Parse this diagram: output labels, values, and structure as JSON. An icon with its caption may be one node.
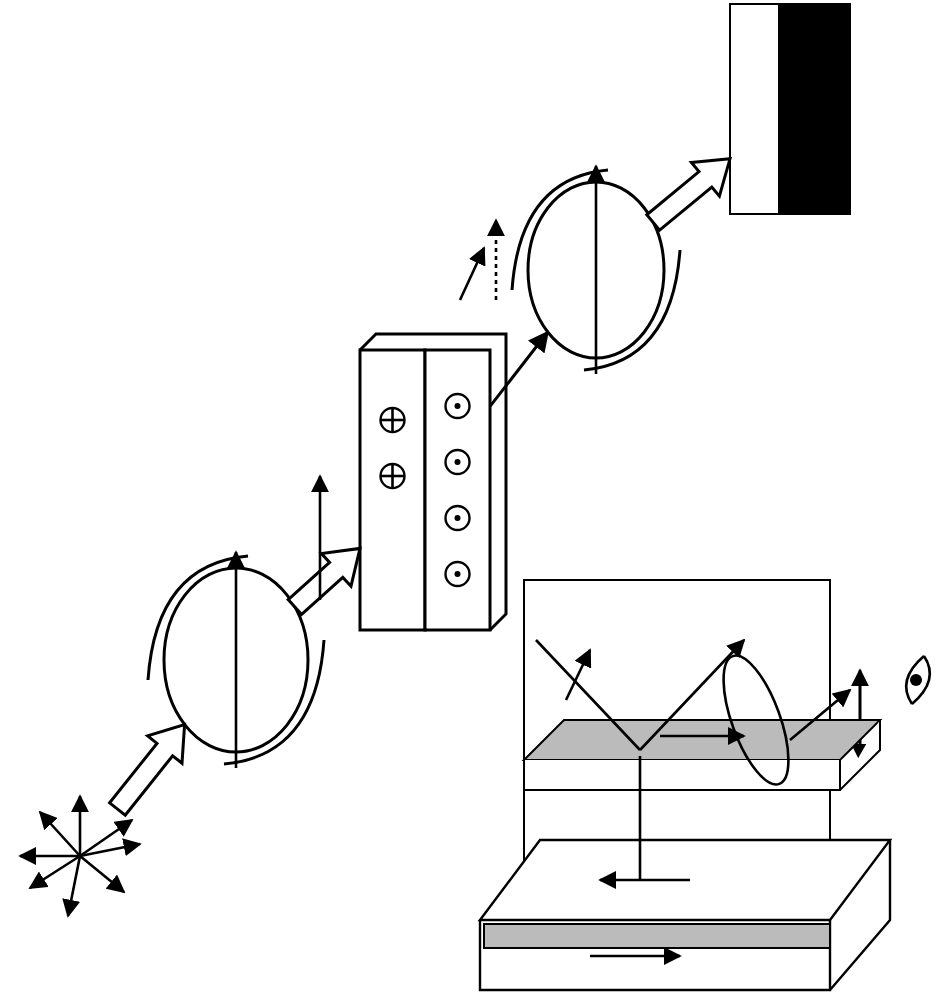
{
  "diagram": {
    "nodes": [
      {
        "text": [],
        "shape": "picture"
      },
      {
        "text": [],
        "shape": "circle"
      },
      {
        "text": [],
        "shape": "box"
      },
      {
        "text": [],
        "shape": "circle"
      },
      {
        "text": [],
        "shape": "bar"
      }
    ],
    "edges": [
      {
        "from": 0,
        "to": 1,
        "arrow": "to",
        "style": "thick"
      },
      {
        "from": 1,
        "to": 2,
        "arrow": "to",
        "style": "thick"
      },
      {
        "from": 2,
        "to": 3,
        "arrow": "to"
      },
      {
        "from": 3,
        "to": 4,
        "arrow": "to",
        "style": "thick"
      }
    ]
  }
}
